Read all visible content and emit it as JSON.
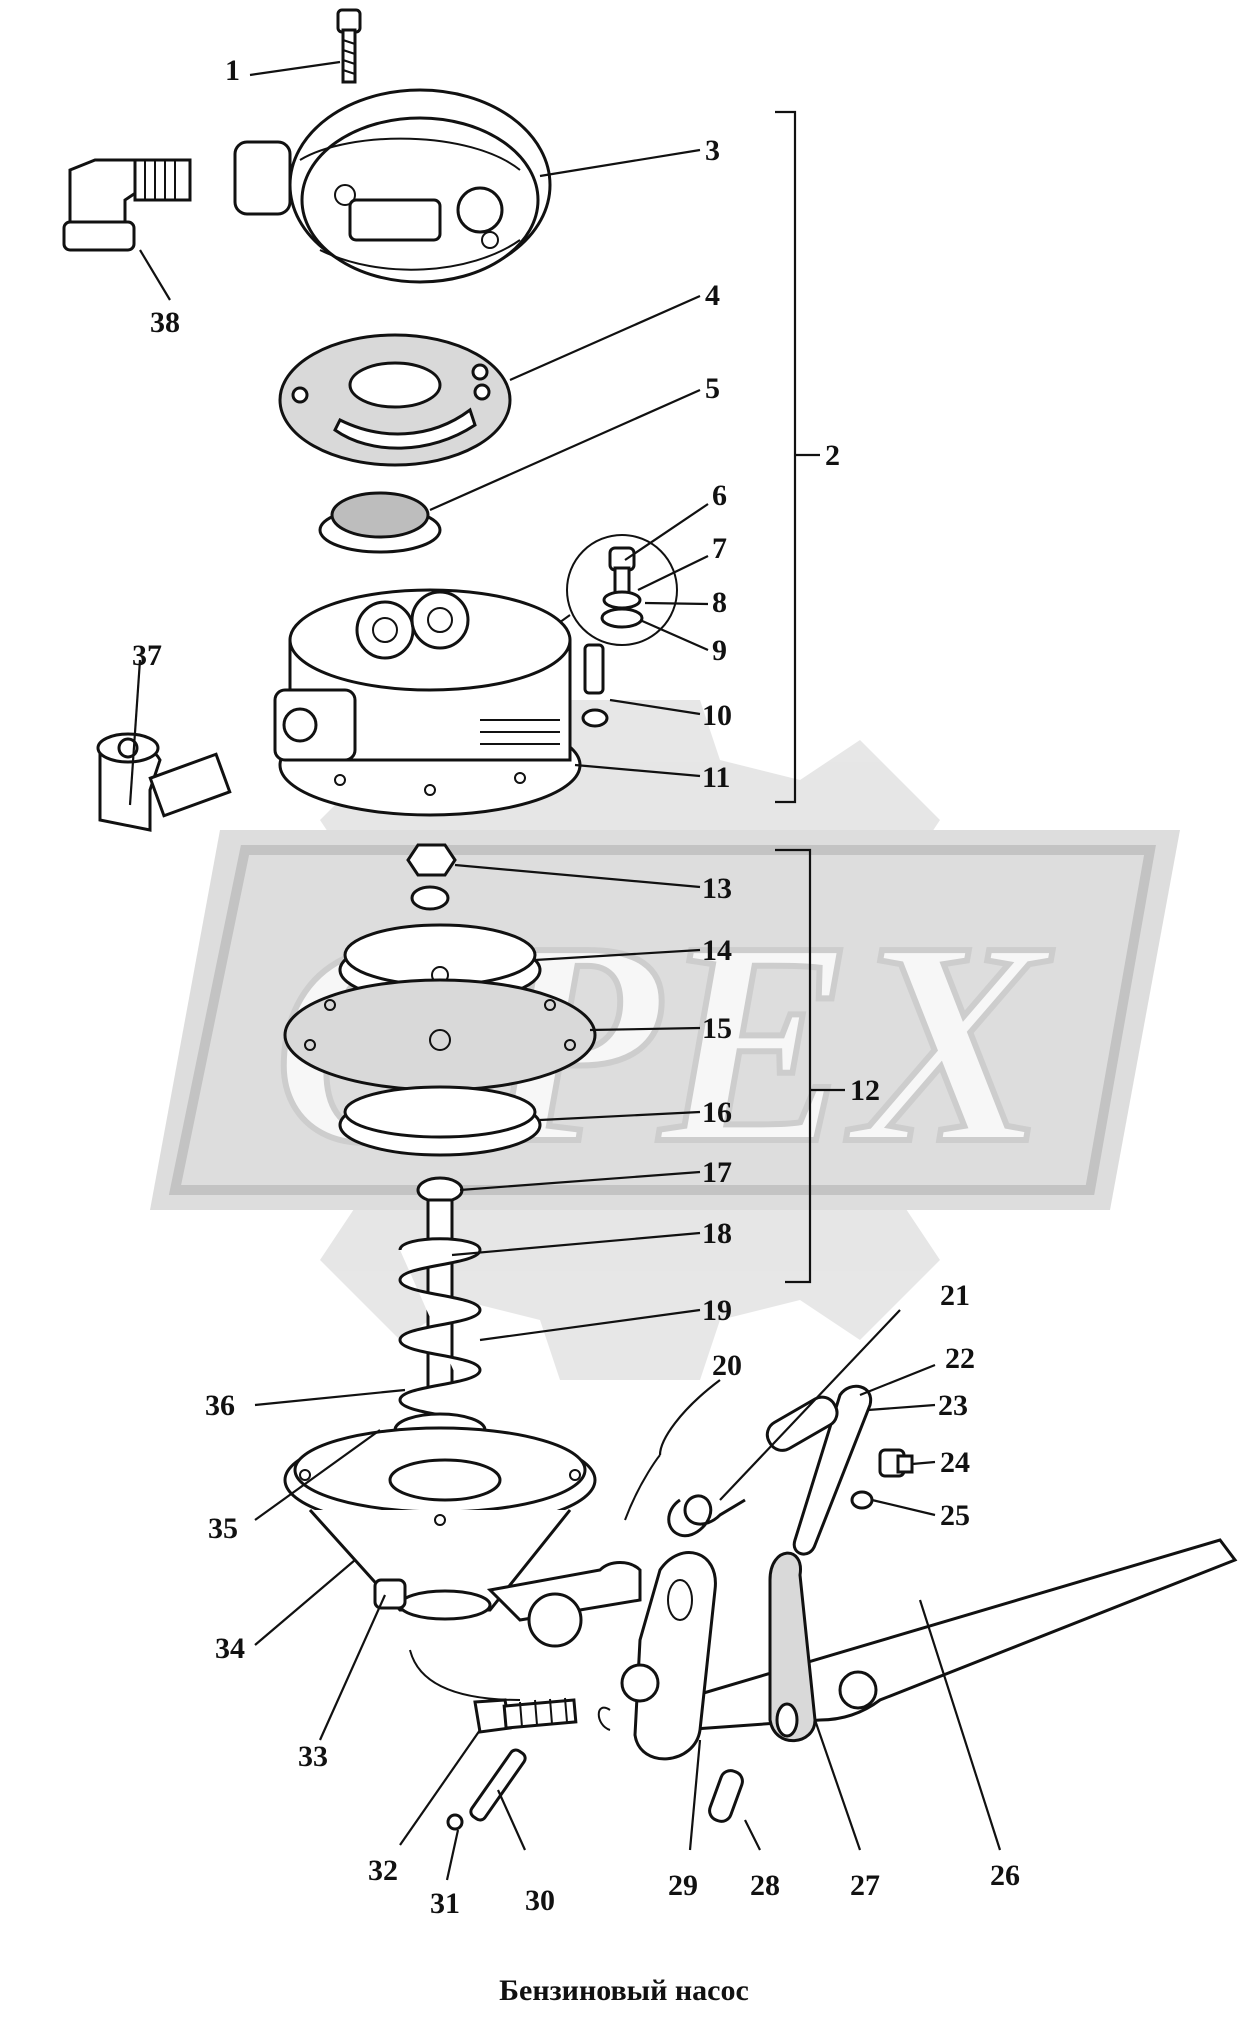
{
  "watermark": {
    "text": "OPEX",
    "color": "#d0d0d0"
  },
  "callouts": [
    {
      "n": "1"
    },
    {
      "n": "2"
    },
    {
      "n": "3"
    },
    {
      "n": "4"
    },
    {
      "n": "5"
    },
    {
      "n": "6"
    },
    {
      "n": "7"
    },
    {
      "n": "8"
    },
    {
      "n": "9"
    },
    {
      "n": "10"
    },
    {
      "n": "11"
    },
    {
      "n": "12"
    },
    {
      "n": "13"
    },
    {
      "n": "14"
    },
    {
      "n": "15"
    },
    {
      "n": "16"
    },
    {
      "n": "17"
    },
    {
      "n": "18"
    },
    {
      "n": "19"
    },
    {
      "n": "20"
    },
    {
      "n": "21"
    },
    {
      "n": "22"
    },
    {
      "n": "23"
    },
    {
      "n": "24"
    },
    {
      "n": "25"
    },
    {
      "n": "26"
    },
    {
      "n": "27"
    },
    {
      "n": "28"
    },
    {
      "n": "29"
    },
    {
      "n": "30"
    },
    {
      "n": "31"
    },
    {
      "n": "32"
    },
    {
      "n": "33"
    },
    {
      "n": "34"
    },
    {
      "n": "35"
    },
    {
      "n": "36"
    },
    {
      "n": "37"
    },
    {
      "n": "38"
    }
  ],
  "caption": "Бензиновый насос"
}
